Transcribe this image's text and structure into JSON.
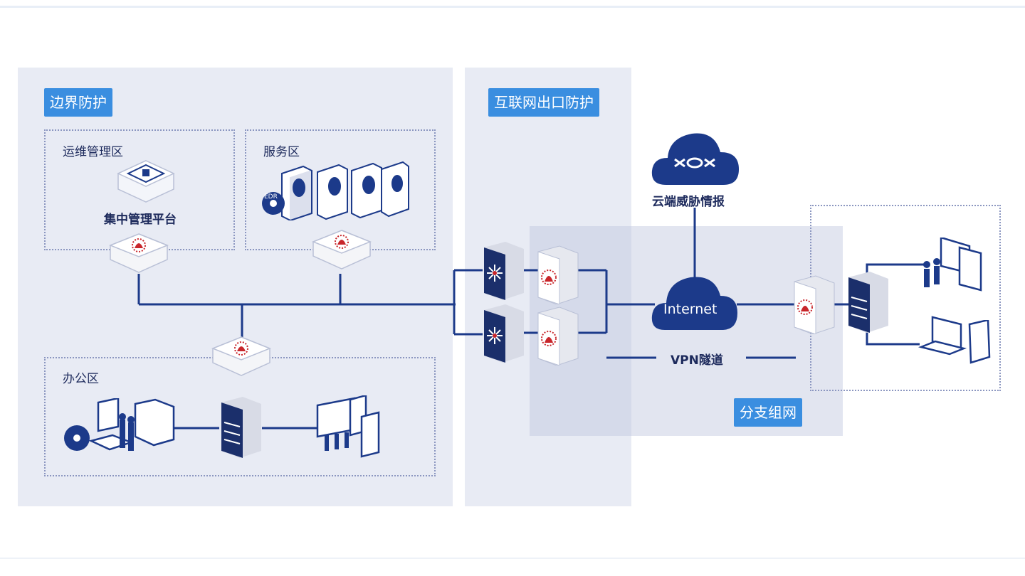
{
  "sections": {
    "border_protection": "边界防护",
    "internet_egress": "互联网出口防护",
    "branch_networking": "分支组网"
  },
  "zones": {
    "ops_management": "运维管理区",
    "service": "服务区",
    "office": "办公区"
  },
  "labels": {
    "central_platform": "集中管理平台",
    "cloud_threat_intel": "云端威胁情报",
    "internet": "Internet",
    "vpn_tunnel": "VPN隧道",
    "edr": "EDR"
  },
  "colors": {
    "panel_bg": "#e8ebf4",
    "tag_bg": "#3a8ee0",
    "line": "#1c3a8a",
    "device_dark": "#1b2f6b",
    "accent_red": "#c8262b"
  },
  "icons": [
    "firewall-appliance-icon",
    "core-switch-icon",
    "access-switch-icon",
    "server-icon",
    "cloud-icon",
    "desktop-icon",
    "laptop-icon",
    "tablet-icon",
    "phone-icon",
    "edr-disc-icon",
    "management-platform-icon"
  ]
}
